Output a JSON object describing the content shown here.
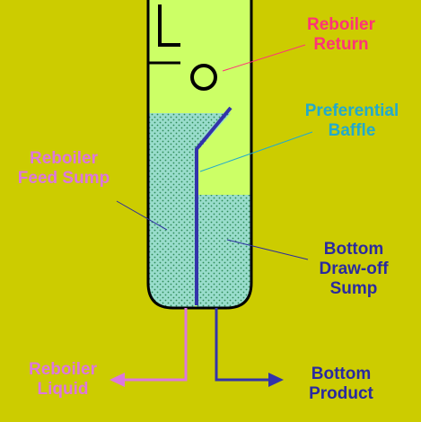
{
  "colors": {
    "background": "#cccc00",
    "vapor_space": "#ccff66",
    "liquid": "#99ddcc",
    "liquid_dots": "#2e8b57",
    "outline": "#000000",
    "baffle": "#3333aa",
    "label_pink": "#ff3377",
    "label_teal": "#22aacc",
    "label_violet": "#dd77dd",
    "label_navy": "#2a2aa0",
    "reboiler_liquid_pipe": "#dd77dd",
    "bottom_product_pipe": "#3333aa"
  },
  "labels": {
    "reboiler_return": [
      "Reboiler",
      "Return"
    ],
    "preferential_baffle": [
      "Preferential",
      "Baffle"
    ],
    "reboiler_feed_sump": [
      "Reboiler",
      "Feed Sump"
    ],
    "bottom_drawoff_sump": [
      "Bottom",
      "Draw-off",
      "Sump"
    ],
    "reboiler_liquid": [
      "Reboiler",
      "Liquid"
    ],
    "bottom_product": [
      "Bottom",
      "Product"
    ]
  }
}
